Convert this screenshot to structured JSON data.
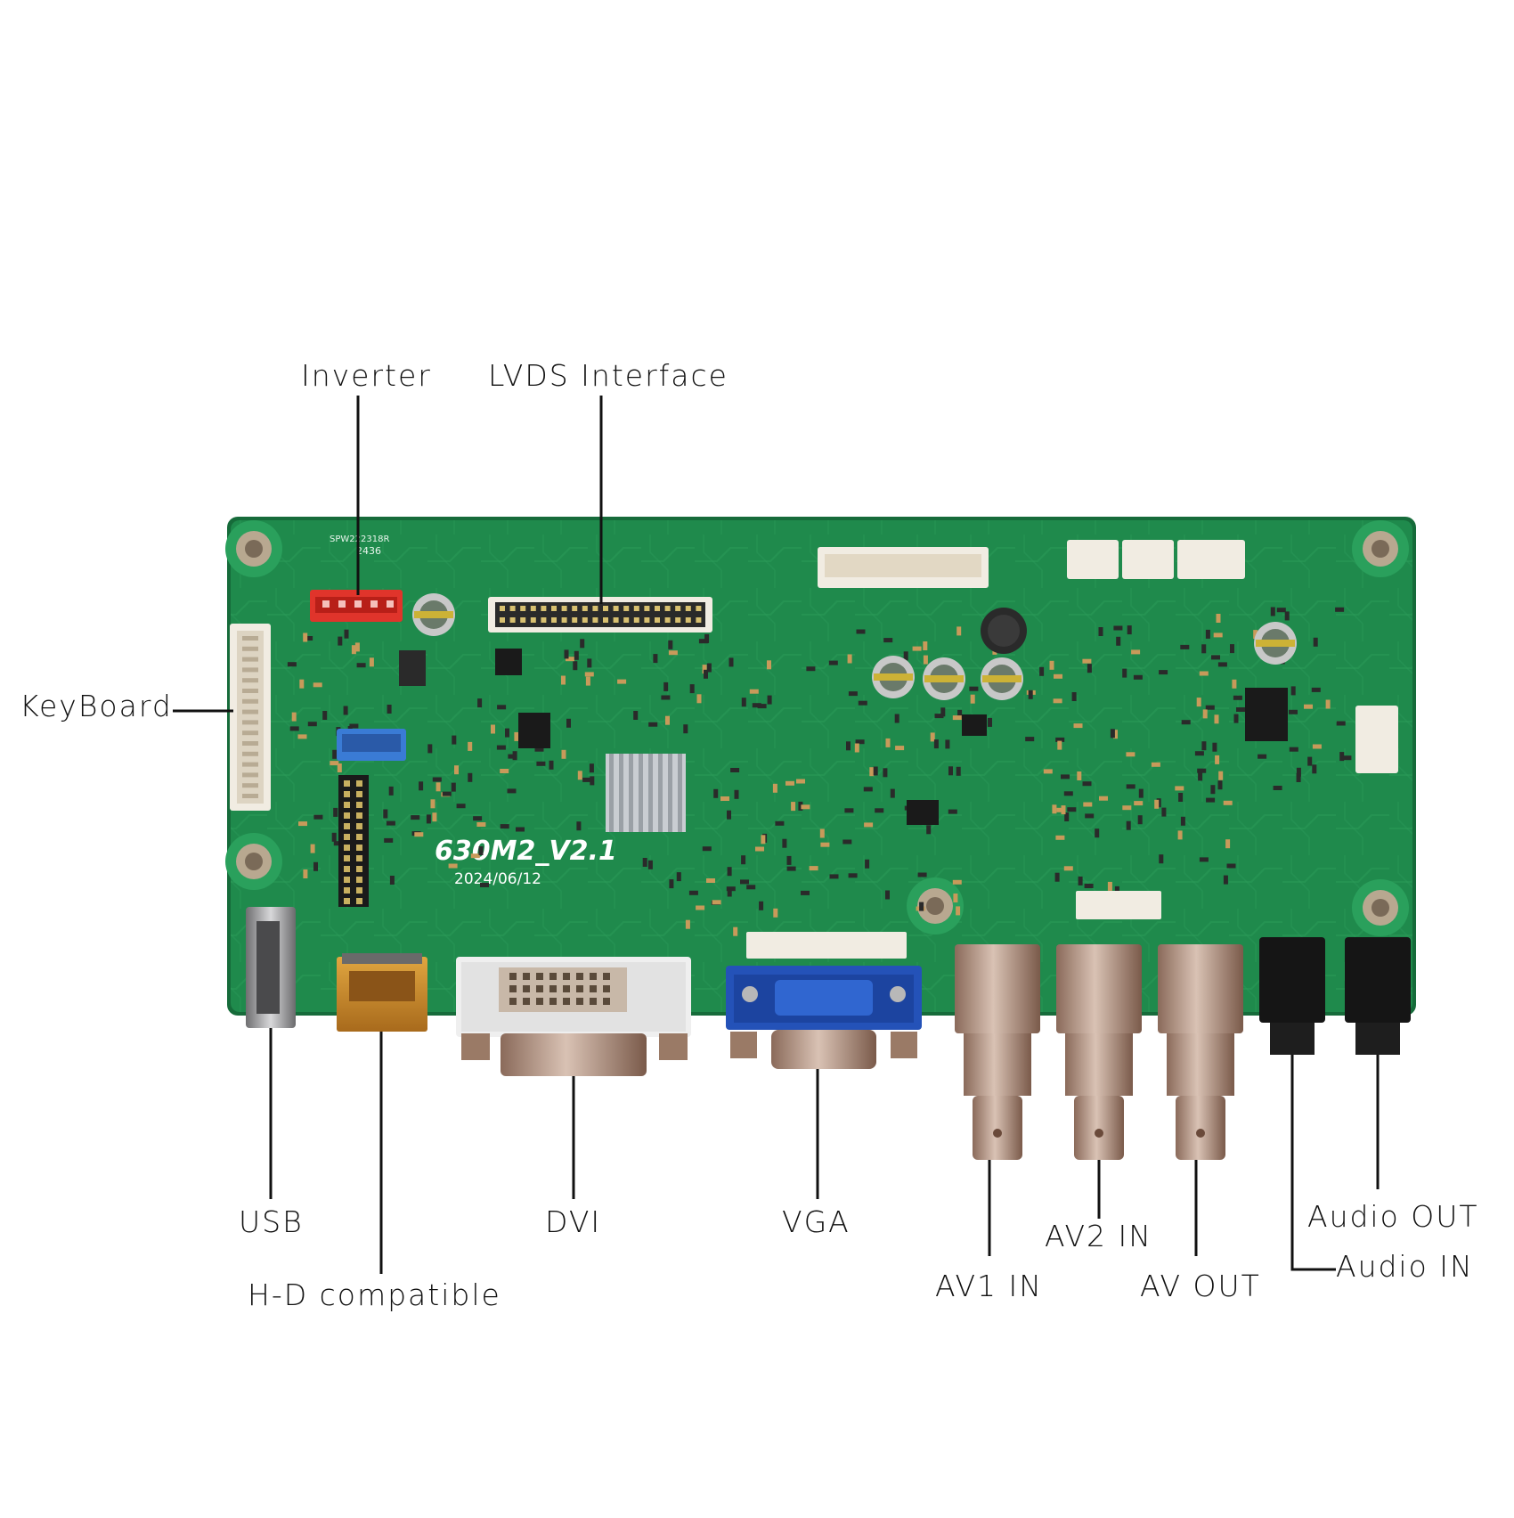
{
  "board": {
    "model": "630M2_V2.1",
    "date": "2024/06/12",
    "pcb_code": "SPW222318R",
    "lot": "2436",
    "colors": {
      "pcb": "#1f8a4c",
      "pcb_edge": "#166b3a",
      "connector_white": "#f1ece2",
      "inverter_red": "#e0342b",
      "keypad_blue": "#3a7bd5",
      "vga_blue": "#2452b8",
      "hdmi_gold": "#c8862a",
      "heatsink": "#c9cdd2"
    }
  },
  "labels": {
    "inverter": "Inverter",
    "lvds": "LVDS Interface",
    "keyboard": "KeyBoard",
    "usb": "USB",
    "hd": "H-D compatible",
    "dvi": "DVI",
    "vga": "VGA",
    "av1": "AV1 IN",
    "av2": "AV2 IN",
    "avout": "AV OUT",
    "audio_out": "Audio OUT",
    "audio_in": "Audio IN"
  }
}
